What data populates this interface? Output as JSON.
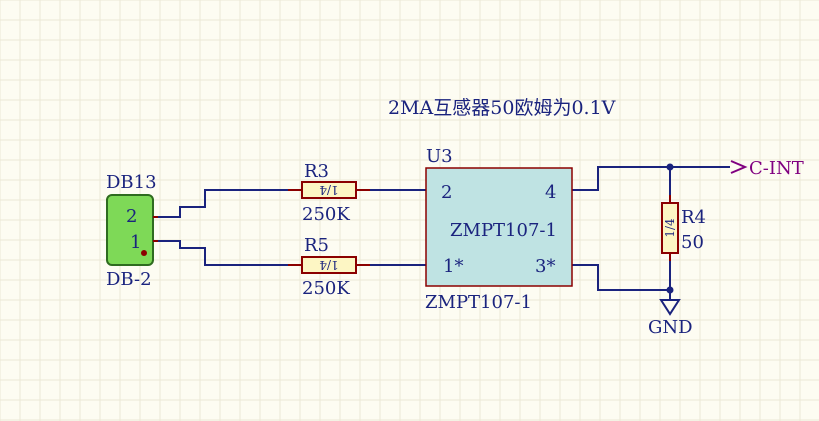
{
  "annotation": "2MA互感器50欧姆为0.1V",
  "connector": {
    "designator": "DB13",
    "comment": "DB-2",
    "pin2": "2",
    "pin1": "1"
  },
  "r3": {
    "designator": "R3",
    "value": "250K",
    "body_text": "1/4"
  },
  "r5": {
    "designator": "R5",
    "value": "250K",
    "body_text": "1/4"
  },
  "u3": {
    "designator": "U3",
    "part": "ZMPT107-1",
    "comment": "ZMPT107-1",
    "pin2": "2",
    "pin4": "4",
    "pin1": "1*",
    "pin3": "3*"
  },
  "r4": {
    "designator": "R4",
    "value": "50",
    "body_text": "1/4"
  },
  "net_port": {
    "label": "C-INT"
  },
  "ground": {
    "label": "GND"
  },
  "colors": {
    "wire": "#1a237e",
    "pin": "#8b0000",
    "text": "#1a237e",
    "port": "#800080",
    "ic_fill": "#bfe3e3",
    "connector_fill": "#7ed957",
    "resistor_fill": "#fdf6c4",
    "grid": "#ece8d6"
  }
}
